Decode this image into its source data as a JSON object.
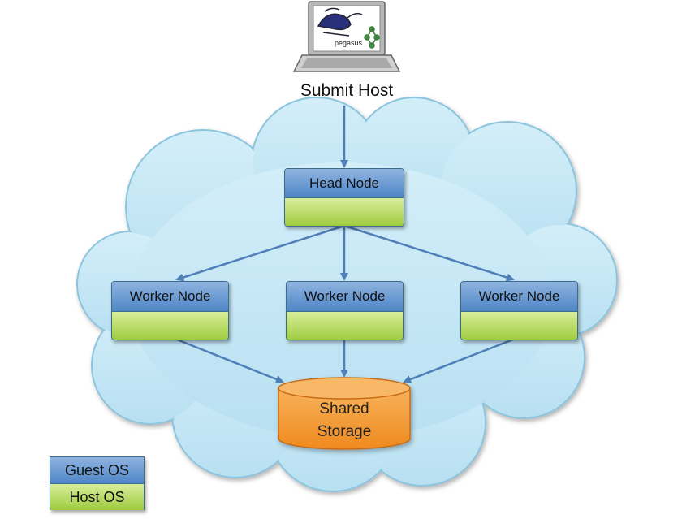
{
  "submit_host": {
    "label": "Submit Host",
    "screen_logo_text": "pegasus"
  },
  "head_node": {
    "label": "Head Node"
  },
  "worker_nodes": [
    {
      "label": "Worker Node"
    },
    {
      "label": "Worker Node"
    },
    {
      "label": "Worker Node"
    }
  ],
  "storage": {
    "line1": "Shared",
    "line2": "Storage"
  },
  "legend": {
    "guest": "Guest OS",
    "host": "Host OS"
  },
  "colors": {
    "cloud": "#c4e6f5",
    "guest_os": "#5b8fcc",
    "host_os": "#b5d86a",
    "storage": "#f39a3a",
    "arrow": "#4f7fb8"
  }
}
